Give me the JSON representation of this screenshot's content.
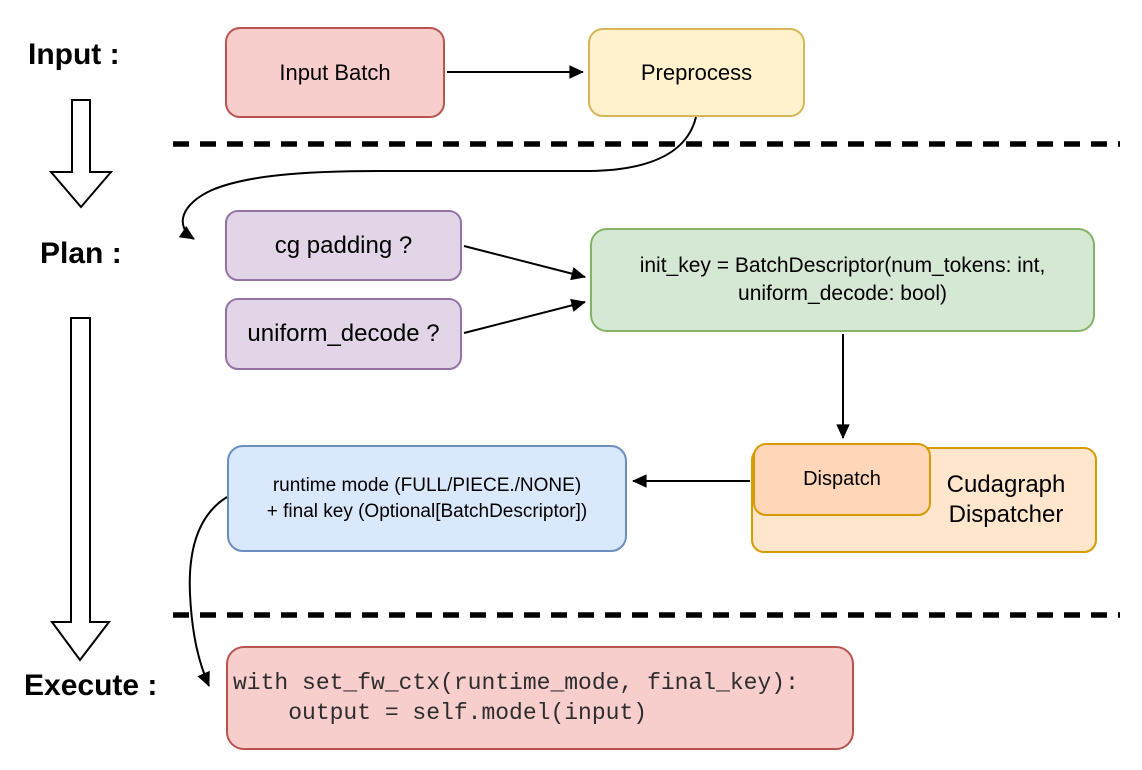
{
  "phase_labels": {
    "input": "Input :",
    "plan": "Plan :",
    "execute": "Execute :"
  },
  "nodes": {
    "input_batch": {
      "label": "Input Batch",
      "fill": "#f8cecc",
      "border": "#b85450"
    },
    "preprocess": {
      "label": "Preprocess",
      "fill": "#fff2cc",
      "border": "#d6b656"
    },
    "cg_padding": {
      "label": "cg padding ?",
      "fill": "#e1d5e7",
      "border": "#9673a6"
    },
    "uniform_decode": {
      "label": "uniform_decode ?",
      "fill": "#e1d5e7",
      "border": "#9673a6"
    },
    "init_key": {
      "line1": "init_key = BatchDescriptor(num_tokens: int,",
      "line2": "uniform_decode: bool)",
      "fill": "#d5e8d4",
      "border": "#82b366"
    },
    "dispatch": {
      "label": "Dispatch",
      "fill": "#ffd6b8",
      "border": "#d79b00"
    },
    "cudagraph_dispatcher": {
      "label": "Cudagraph Dispatcher",
      "fill": "#ffe6cc",
      "border": "#d79b00"
    },
    "runtime_mode": {
      "line1": "runtime mode (FULL/PIECE./NONE)",
      "line2": "+ final key (Optional[BatchDescriptor])",
      "fill": "#dae8fc",
      "border": "#6c8ebf"
    },
    "execute_code": {
      "line1": "with set_fw_ctx(runtime_mode, final_key):",
      "line2": "    output = self.model(input)",
      "fill": "#f8cecc",
      "border": "#b85450"
    }
  },
  "colors": {
    "connector": "#000000",
    "canvas_background": "#ffffff"
  }
}
